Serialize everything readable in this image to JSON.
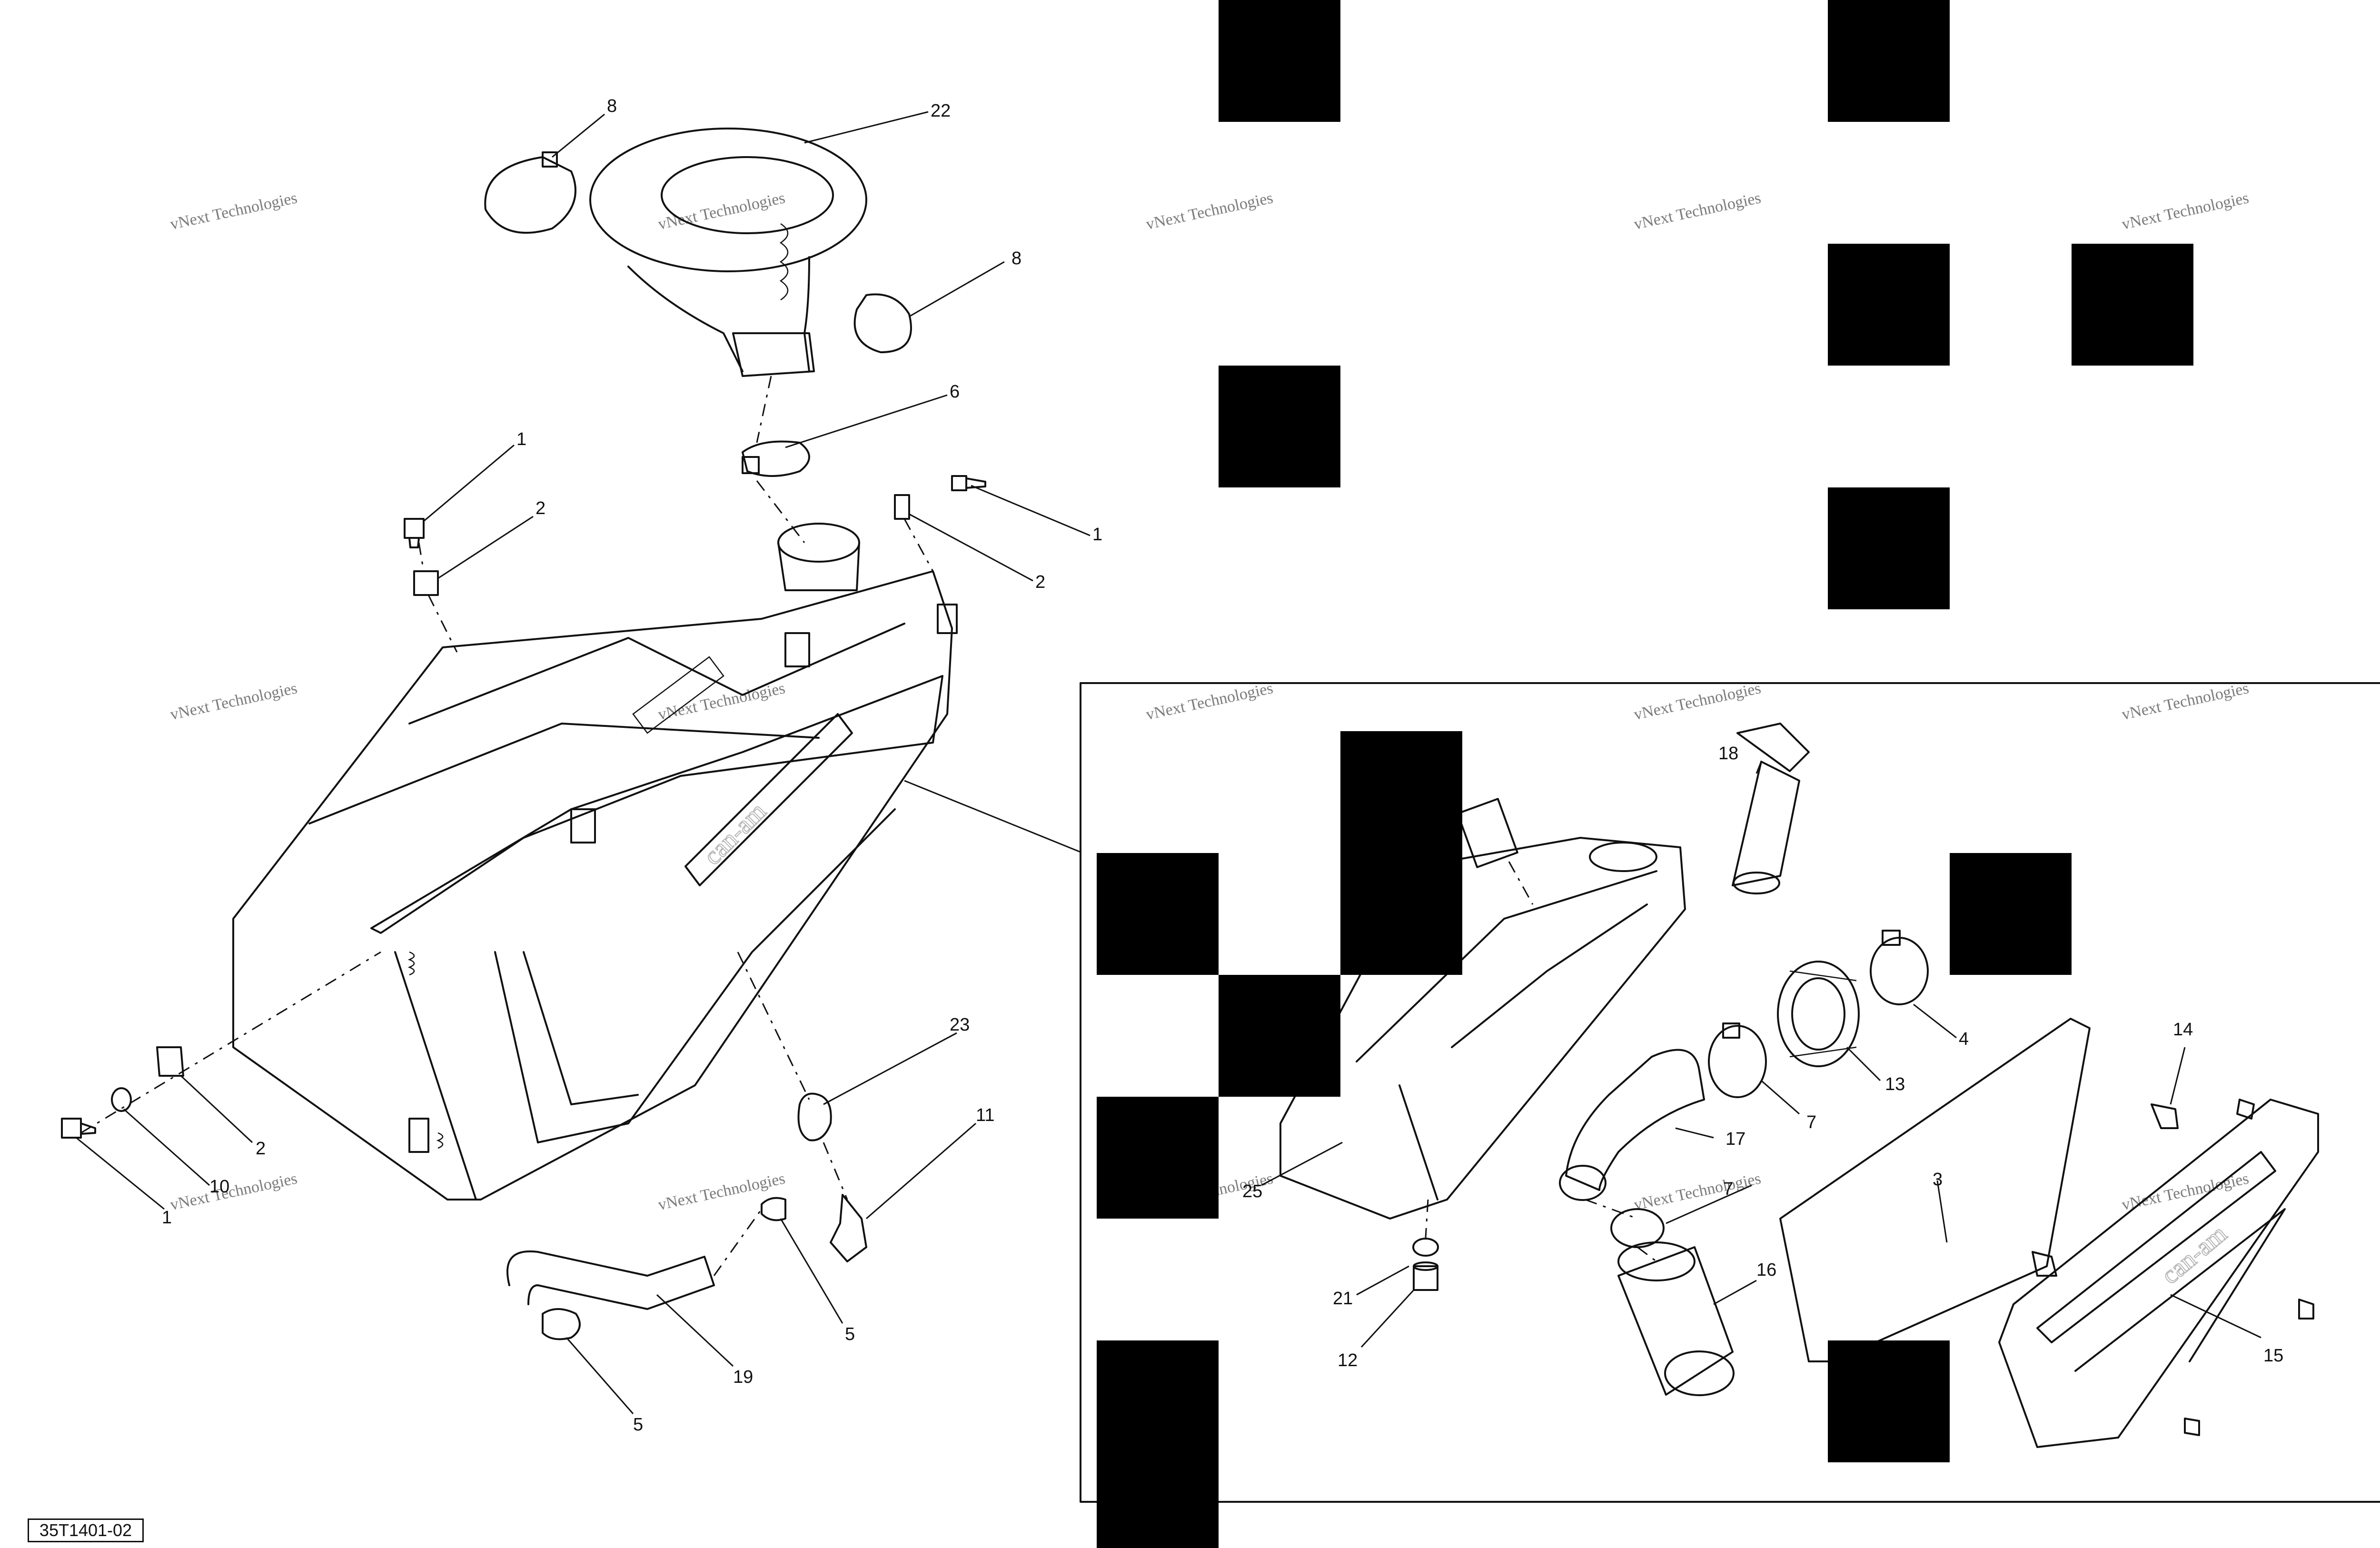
{
  "diagram": {
    "reference_code": "35T1401-02",
    "watermark": {
      "line1": "vNext Technologies",
      "line2": "vNext\nTechnologies"
    },
    "callouts": {
      "c22": "22",
      "c8a": "8",
      "c8b": "8",
      "c6": "6",
      "c1a": "1",
      "c2a": "2",
      "c1b": "1",
      "c2b": "2",
      "c2c": "2",
      "c10": "10",
      "c1c": "1",
      "c23": "23",
      "c11": "11",
      "c5a": "5",
      "c19": "19",
      "c5b": "5",
      "c18": "18",
      "c4": "4",
      "c13": "13",
      "c7a": "7",
      "c17": "17",
      "c7b": "7",
      "c16": "16",
      "c3": "3",
      "c14": "14",
      "c15": "15",
      "c25": "25",
      "c21": "21",
      "c12": "12"
    }
  }
}
